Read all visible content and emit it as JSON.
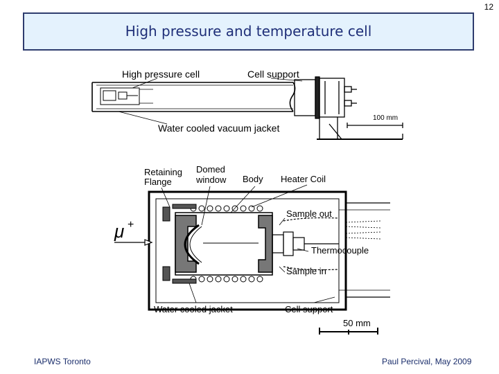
{
  "slide_number": "12",
  "title": "High pressure and temperature cell",
  "footer": {
    "left": "IAPWS Toronto",
    "right": "Paul Percival, May 2009"
  },
  "top_figure": {
    "label_high_pressure_cell": "High pressure cell",
    "label_cell_support": "Cell support",
    "label_water_cooled_vacuum_jacket": "Water cooled vacuum jacket",
    "scale_label": "100 mm"
  },
  "bottom_figure": {
    "label_retaining_flange_line1": "Retaining",
    "label_retaining_flange_line2": "Flange",
    "label_domed_window_line1": "Domed",
    "label_domed_window_line2": "window",
    "label_body": "Body",
    "label_heater_coil": "Heater Coil",
    "label_sample_out": "Sample out",
    "label_thermocouple": "Thermocouple",
    "label_sample_in": "Sample in",
    "label_water_cooled_jacket": "Water cooled jacket",
    "label_cell_support": "Cell support",
    "scale_label": "50 mm",
    "beam_symbol": "μ",
    "beam_charge": "+"
  }
}
